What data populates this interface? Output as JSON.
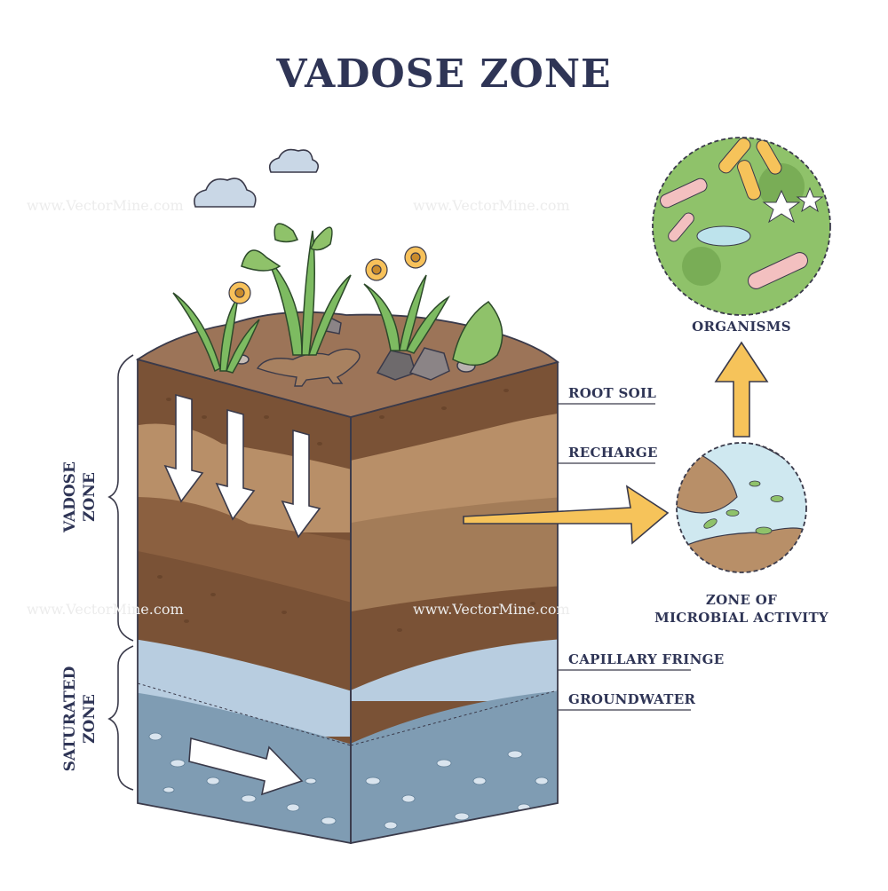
{
  "title": "VADOSE ZONE",
  "labels": {
    "root_soil": "ROOT SOIL",
    "recharge": "RECHARGE",
    "capillary_fringe": "CAPILLARY FRINGE",
    "groundwater": "GROUNDWATER",
    "organisms": "ORGANISMS",
    "microbial_line1": "ZONE OF",
    "microbial_line2": "MICROBIAL ACTIVITY",
    "vadose_line1": "VADOSE",
    "vadose_line2": "ZONE",
    "saturated_line1": "SATURATED",
    "saturated_line2": "ZONE"
  },
  "watermark": "www.VectorMine.com",
  "colors": {
    "title": "#2f3556",
    "outline": "#3a3a4a",
    "soil_top": "#9c7458",
    "soil_dark": "#7a5236",
    "soil_light": "#b88f68",
    "capillary": "#b8cde0",
    "groundwater": "#7f9cb3",
    "arrow_yellow": "#f6c35a",
    "bacteria_green": "#8fc26a"
  }
}
